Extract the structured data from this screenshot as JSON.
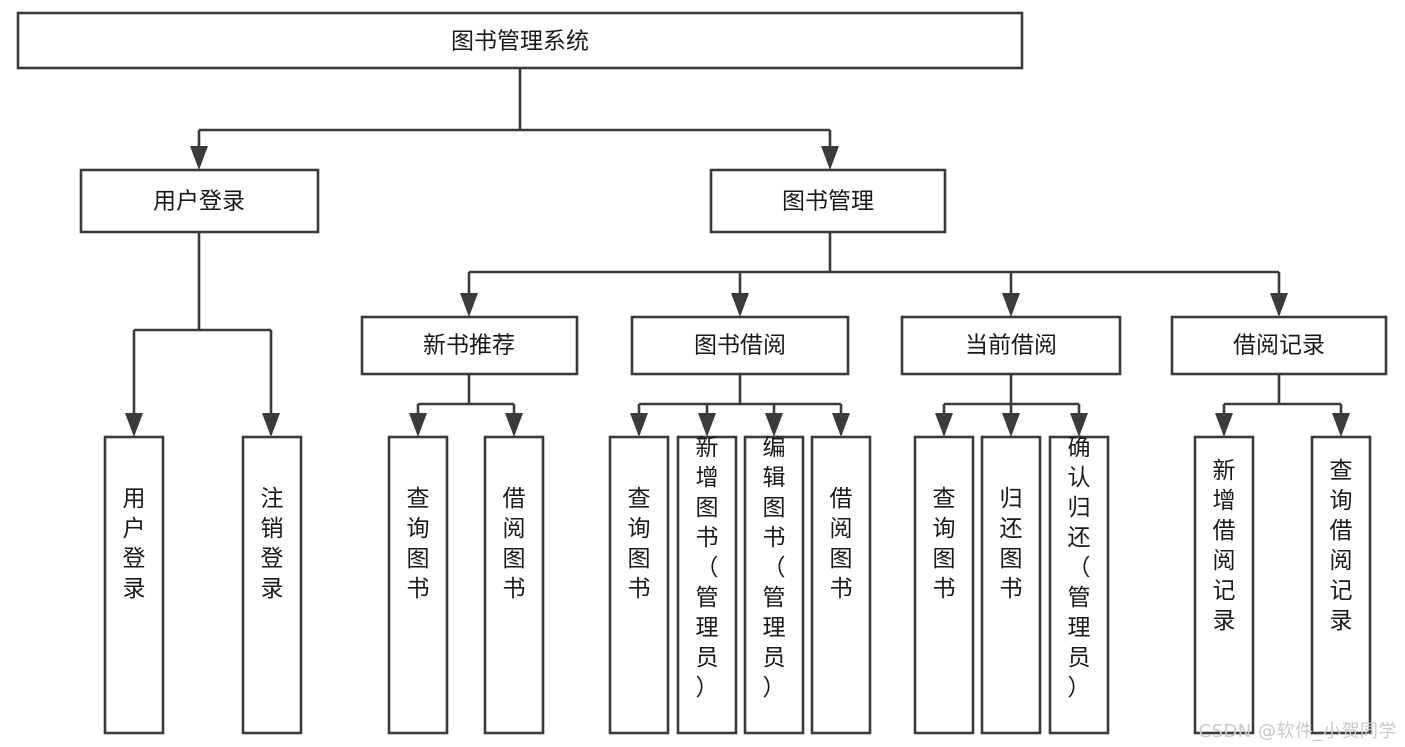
{
  "diagram": {
    "type": "tree",
    "title": "图书管理系统",
    "watermark": "CSDN @软件_小贺同学",
    "colors": {
      "stroke": "#3b3b3b",
      "box_fill": "#ffffff",
      "text": "#1a1a1a",
      "background": "#ffffff",
      "watermark": "#c9c9c9"
    },
    "root": {
      "id": "root",
      "label": "图书管理系统"
    },
    "level2": [
      {
        "id": "user-login",
        "label": "用户登录"
      },
      {
        "id": "book-manage",
        "label": "图书管理"
      }
    ],
    "level3": [
      {
        "id": "new-book-recommend",
        "label": "新书推荐",
        "parent": "book-manage"
      },
      {
        "id": "book-borrow",
        "label": "图书借阅",
        "parent": "book-manage"
      },
      {
        "id": "current-borrow",
        "label": "当前借阅",
        "parent": "book-manage"
      },
      {
        "id": "borrow-record",
        "label": "借阅记录",
        "parent": "book-manage"
      }
    ],
    "leaves": [
      {
        "id": "leaf-user-login",
        "label": "用户登录",
        "parent": "user-login"
      },
      {
        "id": "leaf-user-logout",
        "label": "注销登录",
        "parent": "user-login"
      },
      {
        "id": "leaf-query-book-1",
        "label": "查询图书",
        "parent": "new-book-recommend"
      },
      {
        "id": "leaf-borrow-book-1",
        "label": "借阅图书",
        "parent": "new-book-recommend"
      },
      {
        "id": "leaf-query-book-2",
        "label": "查询图书",
        "parent": "book-borrow"
      },
      {
        "id": "leaf-add-book",
        "label": "新增图书（管理员）",
        "parent": "book-borrow"
      },
      {
        "id": "leaf-edit-book",
        "label": "编辑图书（管理员）",
        "parent": "book-borrow"
      },
      {
        "id": "leaf-borrow-book-2",
        "label": "借阅图书",
        "parent": "book-borrow"
      },
      {
        "id": "leaf-query-book-3",
        "label": "查询图书",
        "parent": "current-borrow"
      },
      {
        "id": "leaf-return-book",
        "label": "归还图书",
        "parent": "current-borrow"
      },
      {
        "id": "leaf-confirm-return",
        "label": "确认归还（管理员）",
        "parent": "current-borrow"
      },
      {
        "id": "leaf-add-record",
        "label": "新增借阅记录",
        "parent": "borrow-record"
      },
      {
        "id": "leaf-query-record",
        "label": "查询借阅记录",
        "parent": "borrow-record"
      }
    ]
  }
}
